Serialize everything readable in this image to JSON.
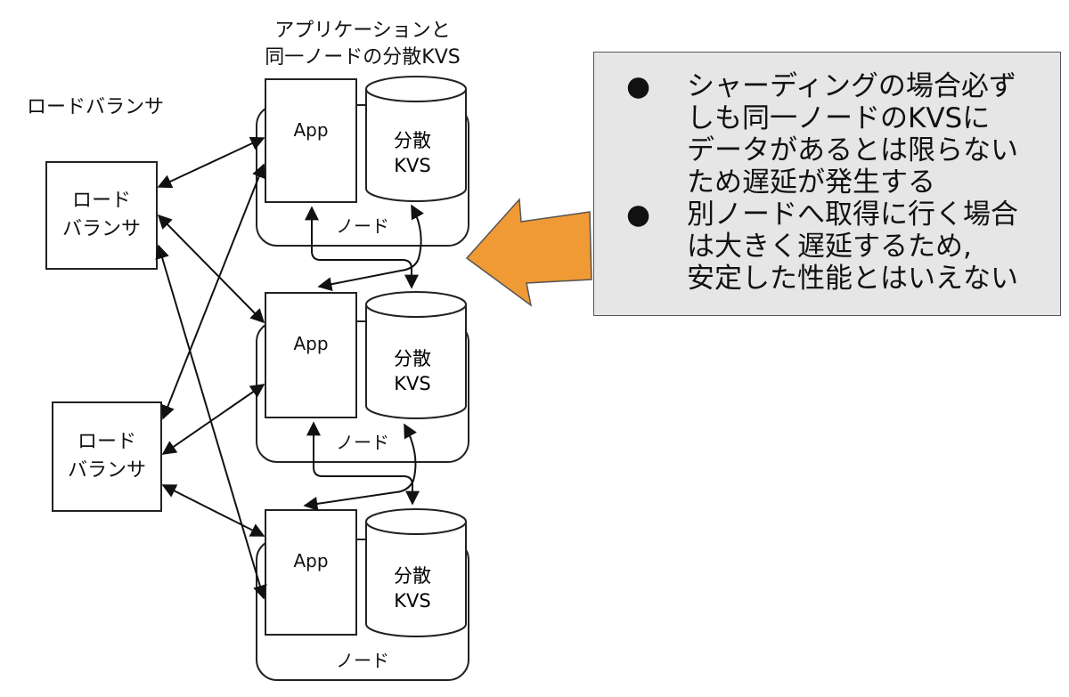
{
  "diagram": {
    "title_lines": [
      "アプリケーションと",
      "同一ノードの分散KVS"
    ],
    "lb_heading": "ロードバランサ",
    "load_balancers": [
      {
        "label_lines": [
          "ロード",
          "バランサ"
        ]
      },
      {
        "label_lines": [
          "ロード",
          "バランサ"
        ]
      }
    ],
    "nodes": [
      {
        "app_label": "App",
        "kvs_lines": [
          "分散",
          "KVS"
        ],
        "node_label": "ノード"
      },
      {
        "app_label": "App",
        "kvs_lines": [
          "分散",
          "KVS"
        ],
        "node_label": "ノード"
      },
      {
        "app_label": "App",
        "kvs_lines": [
          "分散",
          "KVS"
        ],
        "node_label": "ノード"
      }
    ],
    "callout": {
      "bullet_char": "●",
      "items": [
        {
          "lines": [
            "シャーディングの場合必ず",
            "しも同一ノードのKVSに",
            "データがあるとは限らない",
            "ため遅延が発生する"
          ]
        },
        {
          "lines": [
            "別ノードへ取得に行く場合",
            "は大きく遅延するため,",
            "安定した性能とはいえない"
          ]
        }
      ]
    },
    "colors": {
      "arrow_fill": "#ef9a35",
      "arrow_stroke": "#555555",
      "callout_fill": "#e6e6e6",
      "line": "#222222"
    }
  }
}
